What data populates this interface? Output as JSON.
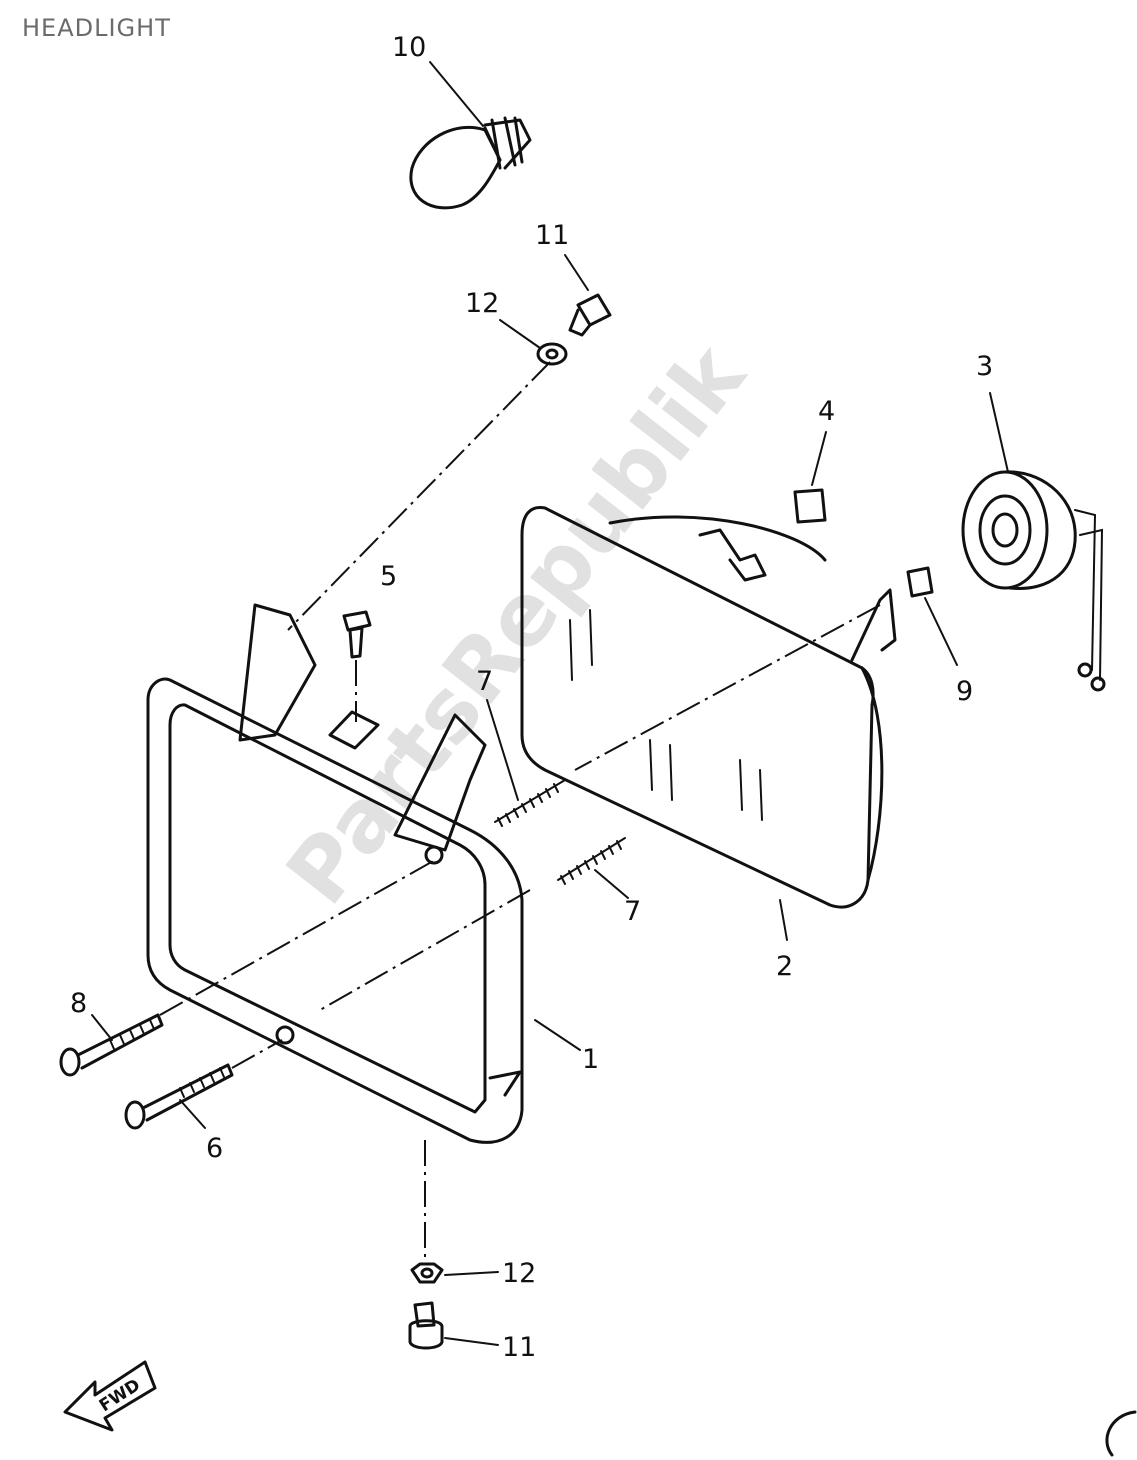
{
  "title": "HEADLIGHT",
  "watermark": "PartsRepublik",
  "fwd_label": "FWD",
  "callouts": [
    {
      "id": "c10",
      "text": "10"
    },
    {
      "id": "c11a",
      "text": "11"
    },
    {
      "id": "c12a",
      "text": "12"
    },
    {
      "id": "c3",
      "text": "3"
    },
    {
      "id": "c4",
      "text": "4"
    },
    {
      "id": "c5",
      "text": "5"
    },
    {
      "id": "c9",
      "text": "9"
    },
    {
      "id": "c7a",
      "text": "7"
    },
    {
      "id": "c7b",
      "text": "7"
    },
    {
      "id": "c2",
      "text": "2"
    },
    {
      "id": "c8",
      "text": "8"
    },
    {
      "id": "c1",
      "text": "1"
    },
    {
      "id": "c6",
      "text": "6"
    },
    {
      "id": "c12b",
      "text": "12"
    },
    {
      "id": "c11b",
      "text": "11"
    }
  ]
}
